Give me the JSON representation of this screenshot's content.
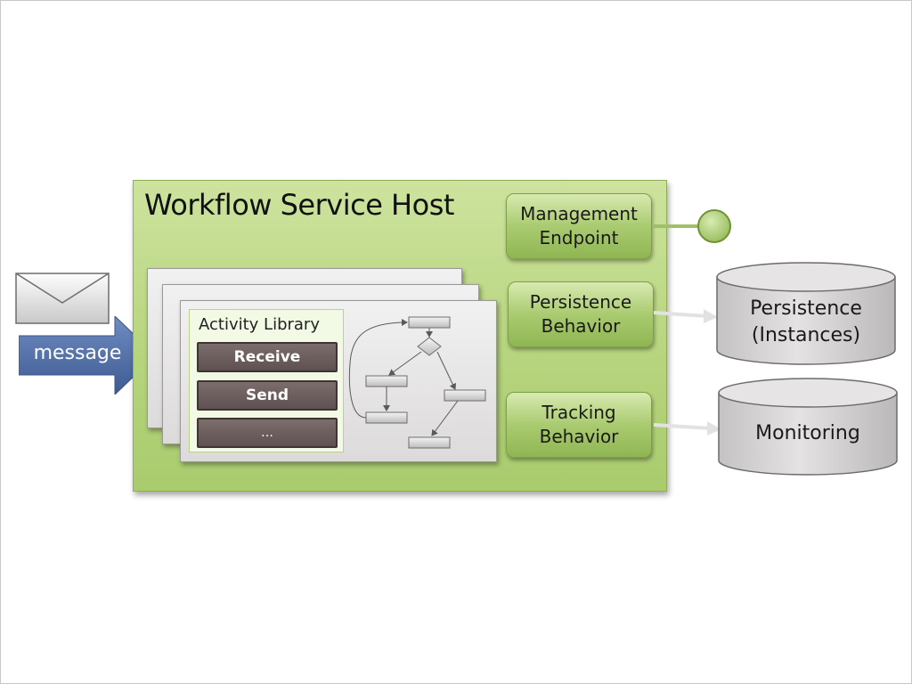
{
  "host": {
    "title": "Workflow Service Host"
  },
  "endpoints": {
    "management": {
      "line1": "Management",
      "line2": "Endpoint"
    },
    "persistence": {
      "line1": "Persistence",
      "line2": "Behavior"
    },
    "tracking": {
      "line1": "Tracking",
      "line2": "Behavior"
    }
  },
  "library": {
    "title": "Activity Library",
    "activities": [
      "Receive",
      "Send",
      "…"
    ]
  },
  "message": {
    "label": "message"
  },
  "stores": {
    "persistence": {
      "line1": "Persistence",
      "line2": "(Instances)"
    },
    "monitoring": {
      "line1": "Monitoring"
    }
  },
  "colors": {
    "host_fill": "#b7d57f",
    "arrow_blue": "#4f6fa8",
    "activity_fill": "#6b5c5c",
    "store_fill": "#d4d2d2"
  },
  "icons": {
    "envelope": "envelope-icon",
    "endpoint": "endpoint-circle-icon"
  }
}
